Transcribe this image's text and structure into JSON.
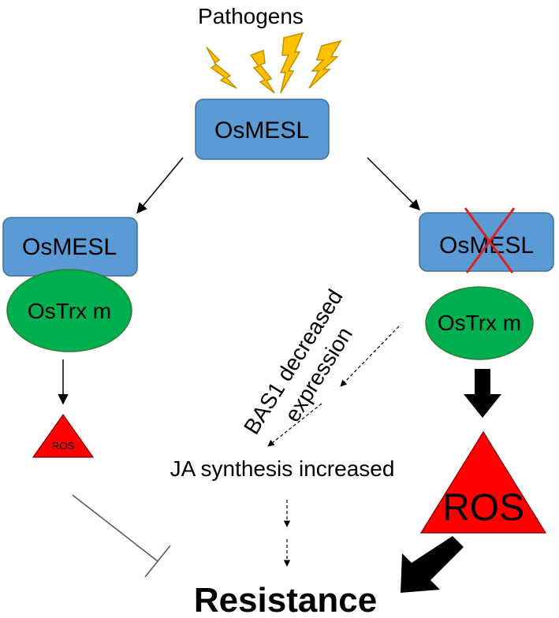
{
  "diagram": {
    "pathogens_label": "Pathogens",
    "top_protein": "OsMESL",
    "left_protein": "OsMESL",
    "left_partner": "OsTrx m",
    "left_ros": "ROS",
    "right_protein": "OsMESL",
    "right_partner": "OsTrx m",
    "right_ros": "ROS",
    "bas1_line1": "BAS1 decreased",
    "bas1_line2": "expression",
    "ja_label": "JA synthesis increased",
    "outcome": "Resistance"
  },
  "colors": {
    "box_fill": "#5b9bd5",
    "box_stroke": "#41719c",
    "ellipse_fill": "#00b050",
    "ellipse_stroke": "#2e7d32",
    "ros_fill": "#ff0000",
    "bolt_fill": "#ffc000",
    "bolt_stroke": "#bf8f00",
    "cross": "#e02020"
  }
}
